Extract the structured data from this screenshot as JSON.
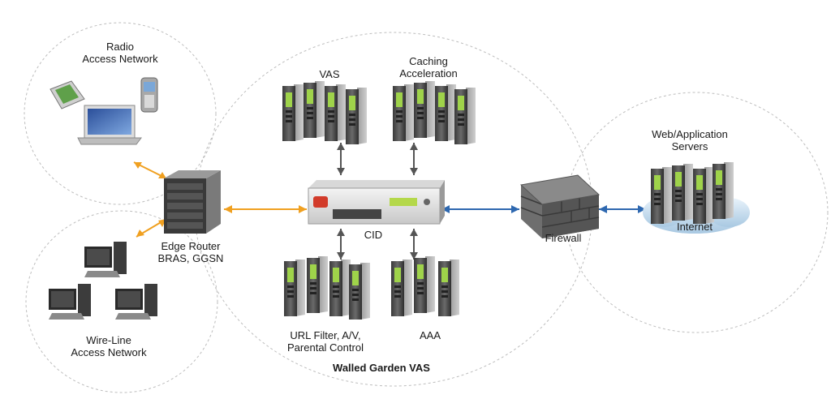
{
  "zones": {
    "radio": {
      "line1": "Radio",
      "line2": "Access Network"
    },
    "wireline": {
      "line1": "Wire-Line",
      "line2": "Access Network"
    },
    "walled_garden": {
      "label": "Walled Garden VAS"
    },
    "internet_zone": {
      "line1": "Web/Application",
      "line2": "Servers"
    }
  },
  "nodes": {
    "edge_router": {
      "line1": "Edge Router",
      "line2": "BRAS, GGSN",
      "icon": "router-stack-icon"
    },
    "vas": {
      "label": "VAS",
      "icon": "server-rack-icon"
    },
    "caching": {
      "line1": "Caching",
      "line2": "Acceleration",
      "icon": "server-rack-icon"
    },
    "cid": {
      "label": "CID",
      "icon": "network-appliance-icon"
    },
    "url_filter": {
      "line1": "URL Filter, A/V,",
      "line2": "Parental Control",
      "icon": "server-rack-icon"
    },
    "aaa": {
      "label": "AAA",
      "icon": "server-rack-icon"
    },
    "firewall": {
      "label": "Firewall",
      "icon": "brick-wall-icon"
    },
    "internet": {
      "label": "Internet",
      "icon": "cloud-icon"
    }
  },
  "colors": {
    "orange_link": "#f0a020",
    "blue_link": "#2e68b0",
    "grey_link": "#555555",
    "zone_border": "#bdbdbd"
  }
}
